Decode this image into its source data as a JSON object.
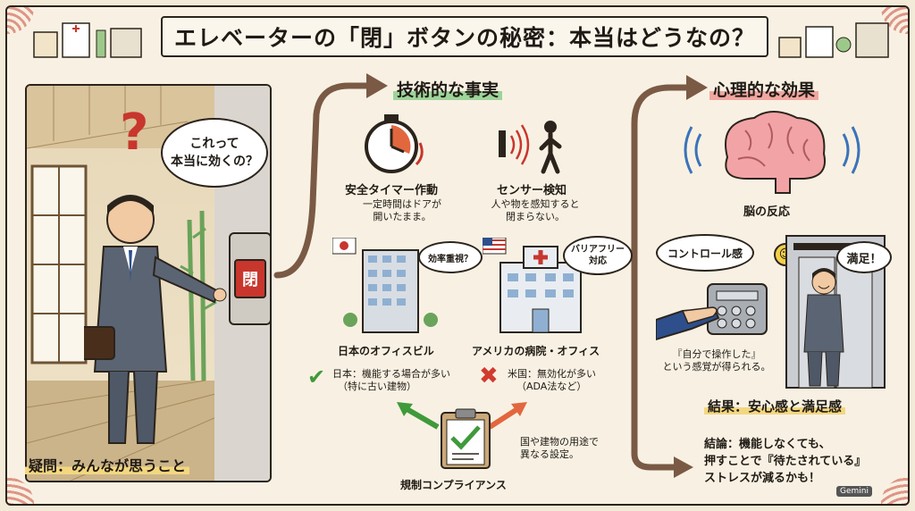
{
  "title": "エレベーターの「閉」ボタンの秘密：本当はどうなの？",
  "left": {
    "thought": [
      "これって",
      "本当に効くの？"
    ],
    "button_label": "閉",
    "caption": "疑問：みんなが思うこと"
  },
  "technical": {
    "heading": "技術的な事実",
    "timer": {
      "title": "安全タイマー作動",
      "desc": [
        "一定時間はドアが",
        "開いたまま。"
      ]
    },
    "sensor": {
      "title": "センサー検知",
      "desc": [
        "人や物を感知すると",
        "閉まらない。"
      ]
    },
    "japan": {
      "bubble": "効率重視？",
      "label": "日本のオフィスビル",
      "desc": [
        "日本：機能する場合が多い",
        "（特に古い建物）"
      ]
    },
    "usa": {
      "bubble": [
        "バリアフリー",
        "対応"
      ],
      "label": "アメリカの病院・オフィス",
      "desc": [
        "米国：無効化が多い",
        "（ADA法など）"
      ]
    },
    "regulation": {
      "desc": [
        "国や建物の用途で",
        "異なる設定。"
      ],
      "label": "規制コンプライアンス"
    }
  },
  "psych": {
    "heading": "心理的な効果",
    "brain_label": "脳の反応",
    "control_bubble": "コントロール感",
    "satisfied_bubble": "満足！",
    "press_desc": [
      "『自分で操作した』",
      "という感覚が得られる。"
    ],
    "result": "結果：安心感と満足感",
    "conclusion": [
      "結論：機能しなくても、",
      "押すことで『待たされている』",
      "ストレスが減るかも！"
    ]
  },
  "watermark": "Gemini",
  "colors": {
    "green_check": "#3f9a3a",
    "red_x": "#d23a2f",
    "arrow": "#7a5a45",
    "button": "#c8362d"
  }
}
